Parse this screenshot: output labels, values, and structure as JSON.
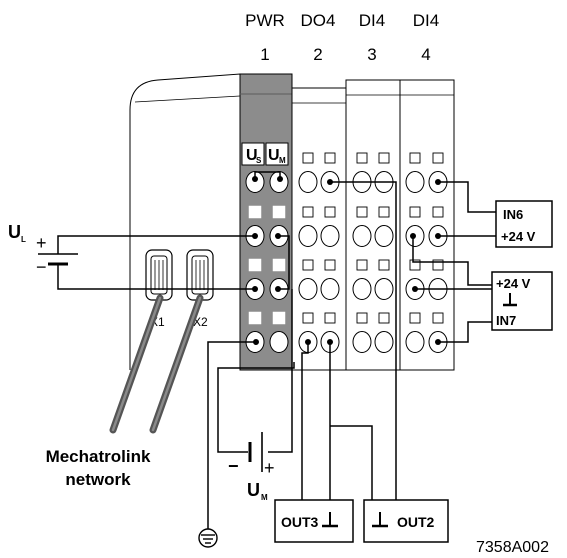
{
  "modules": {
    "headers": [
      "PWR",
      "DO4",
      "DI4",
      "DI4"
    ],
    "numbers": [
      "1",
      "2",
      "3",
      "4"
    ]
  },
  "power_labels": {
    "us": "U",
    "us_sub": "S",
    "um": "U",
    "um_sub": "M"
  },
  "supply": {
    "ul": "U",
    "ul_sub": "L",
    "plus": "+",
    "minus": "−",
    "um": "U",
    "um_sub": "M"
  },
  "ports": [
    "X1",
    "X2"
  ],
  "network": [
    "Mechatrolink",
    "network"
  ],
  "io_boxes": {
    "in6": "IN6",
    "v24a": "+24 V",
    "v24b": "+24 V",
    "in7": "IN7",
    "out3": "OUT3",
    "out2": "OUT2"
  },
  "figure_id": "7358A002",
  "colors": {
    "pwr_module": "#8c8c8c",
    "cable": "#555555",
    "line": "#000000"
  }
}
